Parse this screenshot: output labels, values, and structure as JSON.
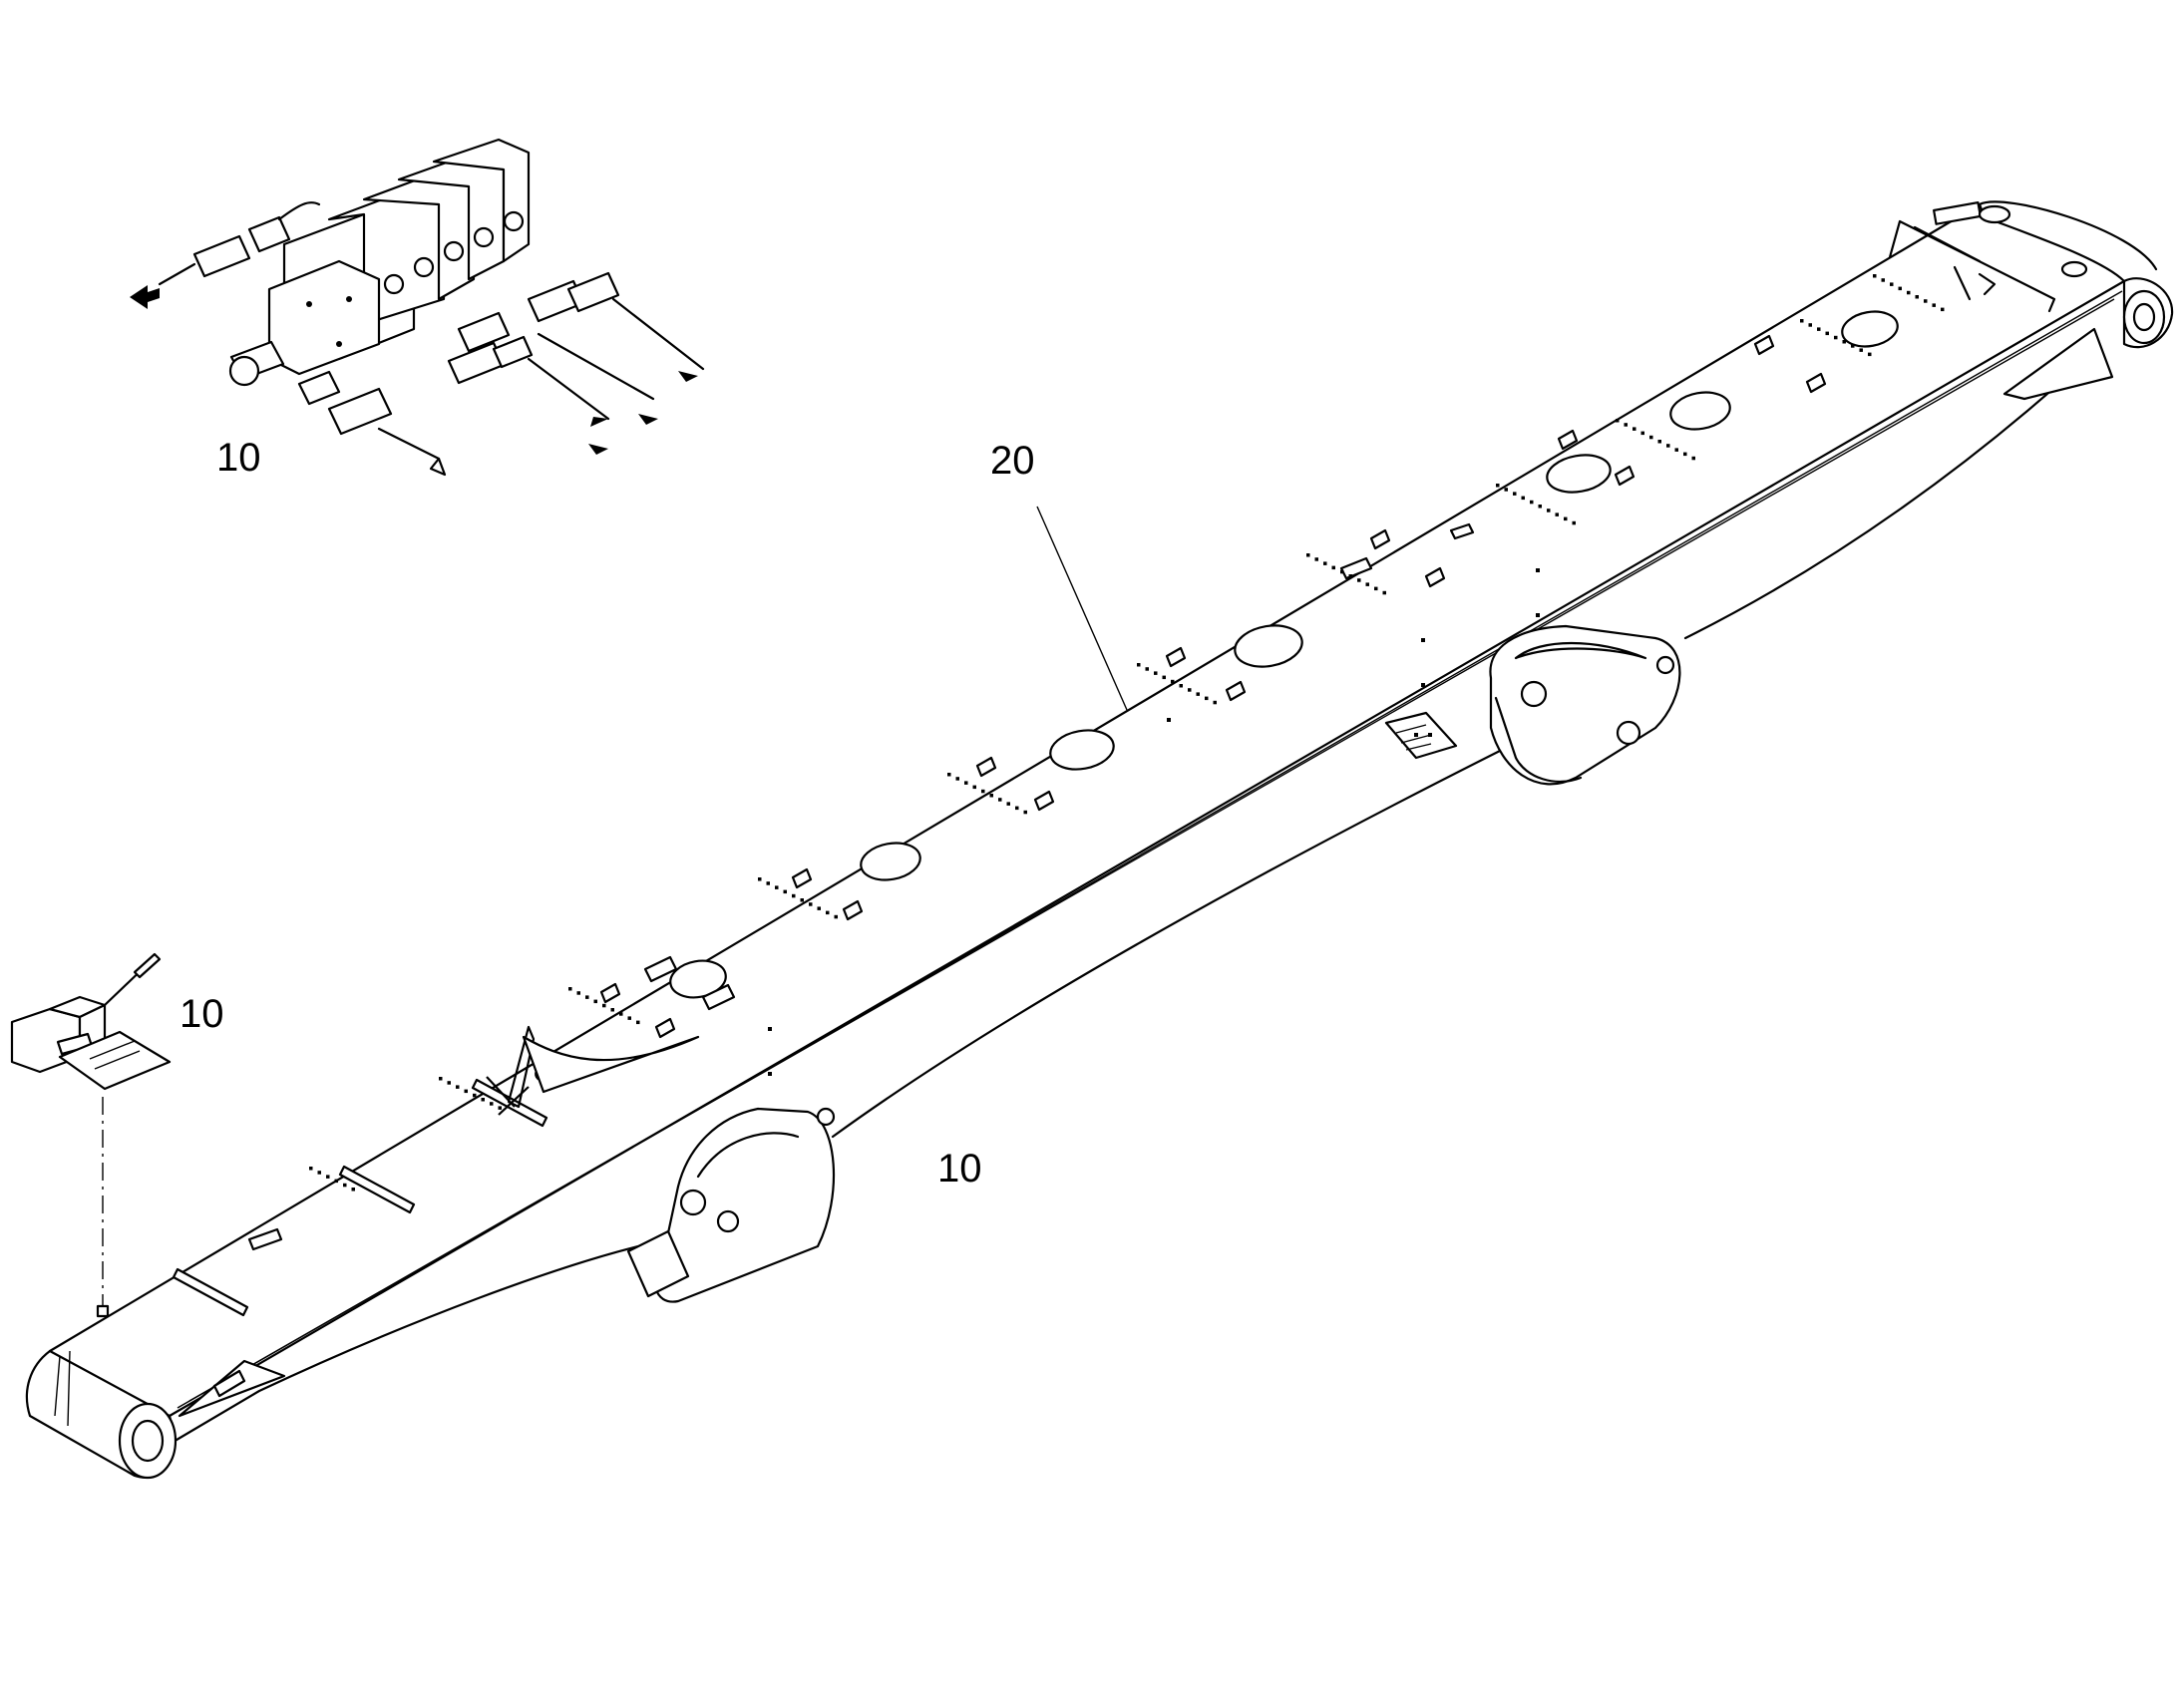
{
  "callouts": {
    "valve_block": "10",
    "sensor": "10",
    "boom": "10",
    "leader": "20"
  },
  "colors": {
    "line": "#000000",
    "background": "#ffffff"
  }
}
